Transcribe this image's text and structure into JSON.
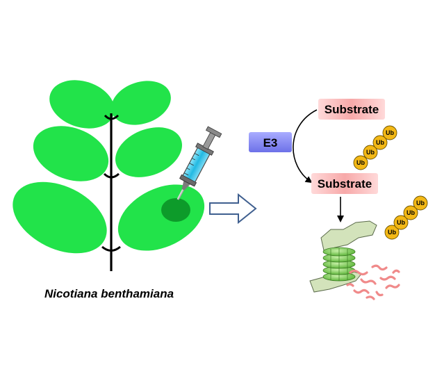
{
  "plant_label": "Nicotiana benthamiana",
  "enzyme_label": "E3",
  "substrate_top_label": "Substrate",
  "substrate_bottom_label": "Substrate",
  "ubiquitin_label": "Ub",
  "colors": {
    "leaf": "#22e34a",
    "infiltration_spot": "#0d9b2a",
    "stem": "#000000",
    "enzyme_box": "#8c8ff5",
    "substrate_box": "#f6b3b3",
    "ubiquitin": "#f3b816",
    "proteasome_cap": "#d3e3bb",
    "proteasome_core": "#8fd266",
    "peptide": "#f08a8a",
    "syringe_barrel": "#2bc3e8",
    "flow_arrow": "#3f5f8f"
  }
}
